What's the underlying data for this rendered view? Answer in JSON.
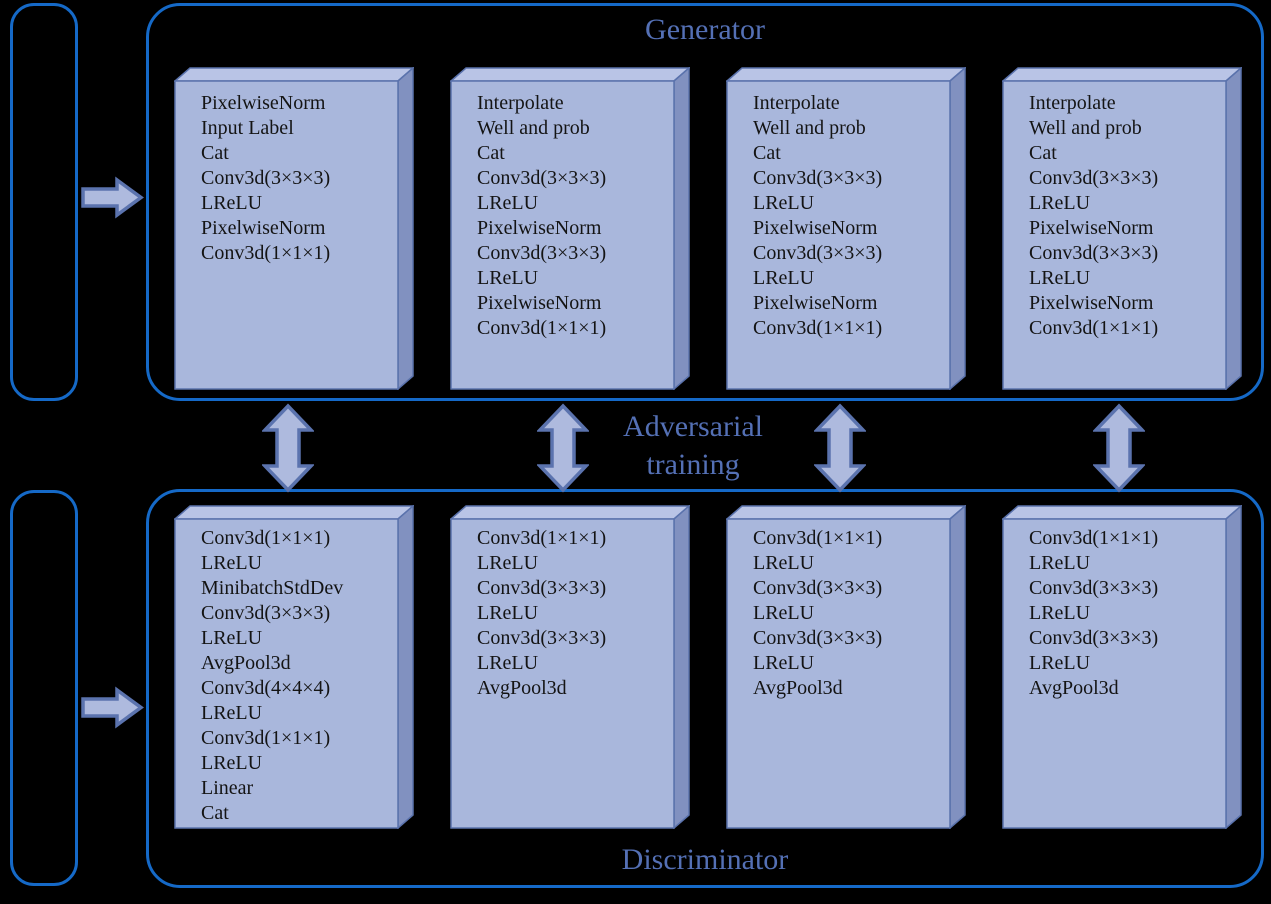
{
  "colors": {
    "bg": "#000000",
    "panel-border": "#1569c7",
    "title-color": "#5470b5",
    "box-front": "#a9b7dc",
    "box-top": "#b9c4e6",
    "box-right": "#8191c0",
    "box-stroke": "#5a72ac",
    "arrow-fill": "#aebade",
    "arrow-stroke": "#5b73ae",
    "box-text": "#141414"
  },
  "icons": {
    "input_arrow": "right-arrow-icon",
    "adversarial_arrow": "double-headed-vertical-arrow-icon"
  },
  "generator": {
    "title": "Generator",
    "boxes": [
      {
        "lines": [
          "PixelwiseNorm",
          "Input Label",
          "Cat",
          "Conv3d(3×3×3)",
          "LReLU",
          "PixelwiseNorm",
          "Conv3d(1×1×1)"
        ]
      },
      {
        "lines": [
          "Interpolate",
          "Well and prob",
          "Cat",
          "Conv3d(3×3×3)",
          "LReLU",
          "PixelwiseNorm",
          "Conv3d(3×3×3)",
          "LReLU",
          "PixelwiseNorm",
          "Conv3d(1×1×1)"
        ]
      },
      {
        "lines": [
          "Interpolate",
          "Well and prob",
          "Cat",
          "Conv3d(3×3×3)",
          "LReLU",
          "PixelwiseNorm",
          "Conv3d(3×3×3)",
          "LReLU",
          "PixelwiseNorm",
          "Conv3d(1×1×1)"
        ]
      },
      {
        "lines": [
          "Interpolate",
          "Well and prob",
          "Cat",
          "Conv3d(3×3×3)",
          "LReLU",
          "PixelwiseNorm",
          "Conv3d(3×3×3)",
          "LReLU",
          "PixelwiseNorm",
          "Conv3d(1×1×1)"
        ]
      }
    ]
  },
  "adversarial": {
    "line1": "Adversarial",
    "line2": "training"
  },
  "discriminator": {
    "title": "Discriminator",
    "boxes": [
      {
        "lines": [
          "Conv3d(1×1×1)",
          "LReLU",
          "MinibatchStdDev",
          "Conv3d(3×3×3)",
          "LReLU",
          "AvgPool3d",
          "Conv3d(4×4×4)",
          "LReLU",
          "Conv3d(1×1×1)",
          "LReLU",
          "Linear",
          "Cat"
        ]
      },
      {
        "lines": [
          "Conv3d(1×1×1)",
          "LReLU",
          "Conv3d(3×3×3)",
          "LReLU",
          "Conv3d(3×3×3)",
          "LReLU",
          "AvgPool3d"
        ]
      },
      {
        "lines": [
          "Conv3d(1×1×1)",
          "LReLU",
          "Conv3d(3×3×3)",
          "LReLU",
          "Conv3d(3×3×3)",
          "LReLU",
          "AvgPool3d"
        ]
      },
      {
        "lines": [
          "Conv3d(1×1×1)",
          "LReLU",
          "Conv3d(3×3×3)",
          "LReLU",
          "Conv3d(3×3×3)",
          "LReLU",
          "AvgPool3d"
        ]
      }
    ]
  }
}
